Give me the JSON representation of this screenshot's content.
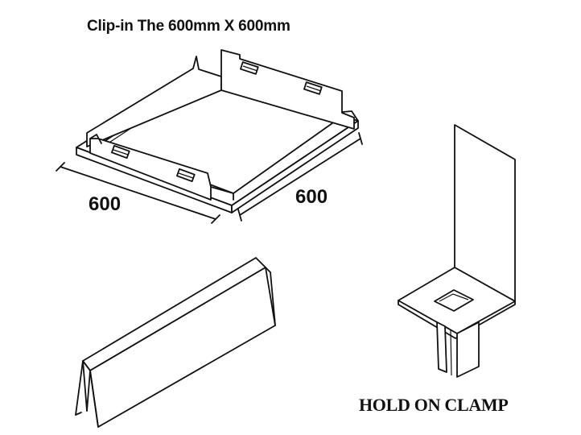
{
  "title": "Clip-in The 600mm X 600mm",
  "dimensions": {
    "width_label": "600",
    "depth_label": "600"
  },
  "clamp_caption": "HOLD ON CLAMP",
  "colors": {
    "ink": "#111111",
    "background": "#ffffff"
  }
}
